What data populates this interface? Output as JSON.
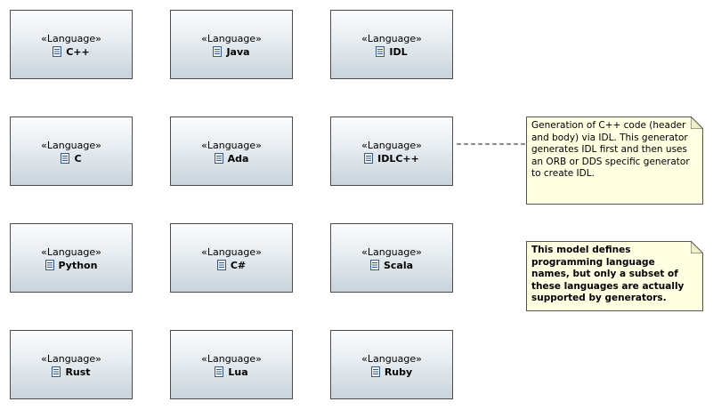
{
  "stereotype": "«Language»",
  "icon": "language-icon",
  "colors": {
    "border": "#4a4a4a",
    "note_fill": "#ffffe1"
  },
  "languages": [
    "C++",
    "Java",
    "IDL",
    "C",
    "Ada",
    "IDLC++",
    "Python",
    "C#",
    "Scala",
    "Rust",
    "Lua",
    "Ruby"
  ],
  "notes": {
    "idlcpp": "Generation of C++ code (header and body) via IDL. This generator generates IDL first and then uses an ORB or DDS specific generator to create IDL.",
    "model": "This model defines programming language names, but only a subset of these languages are actually supported by generators."
  }
}
